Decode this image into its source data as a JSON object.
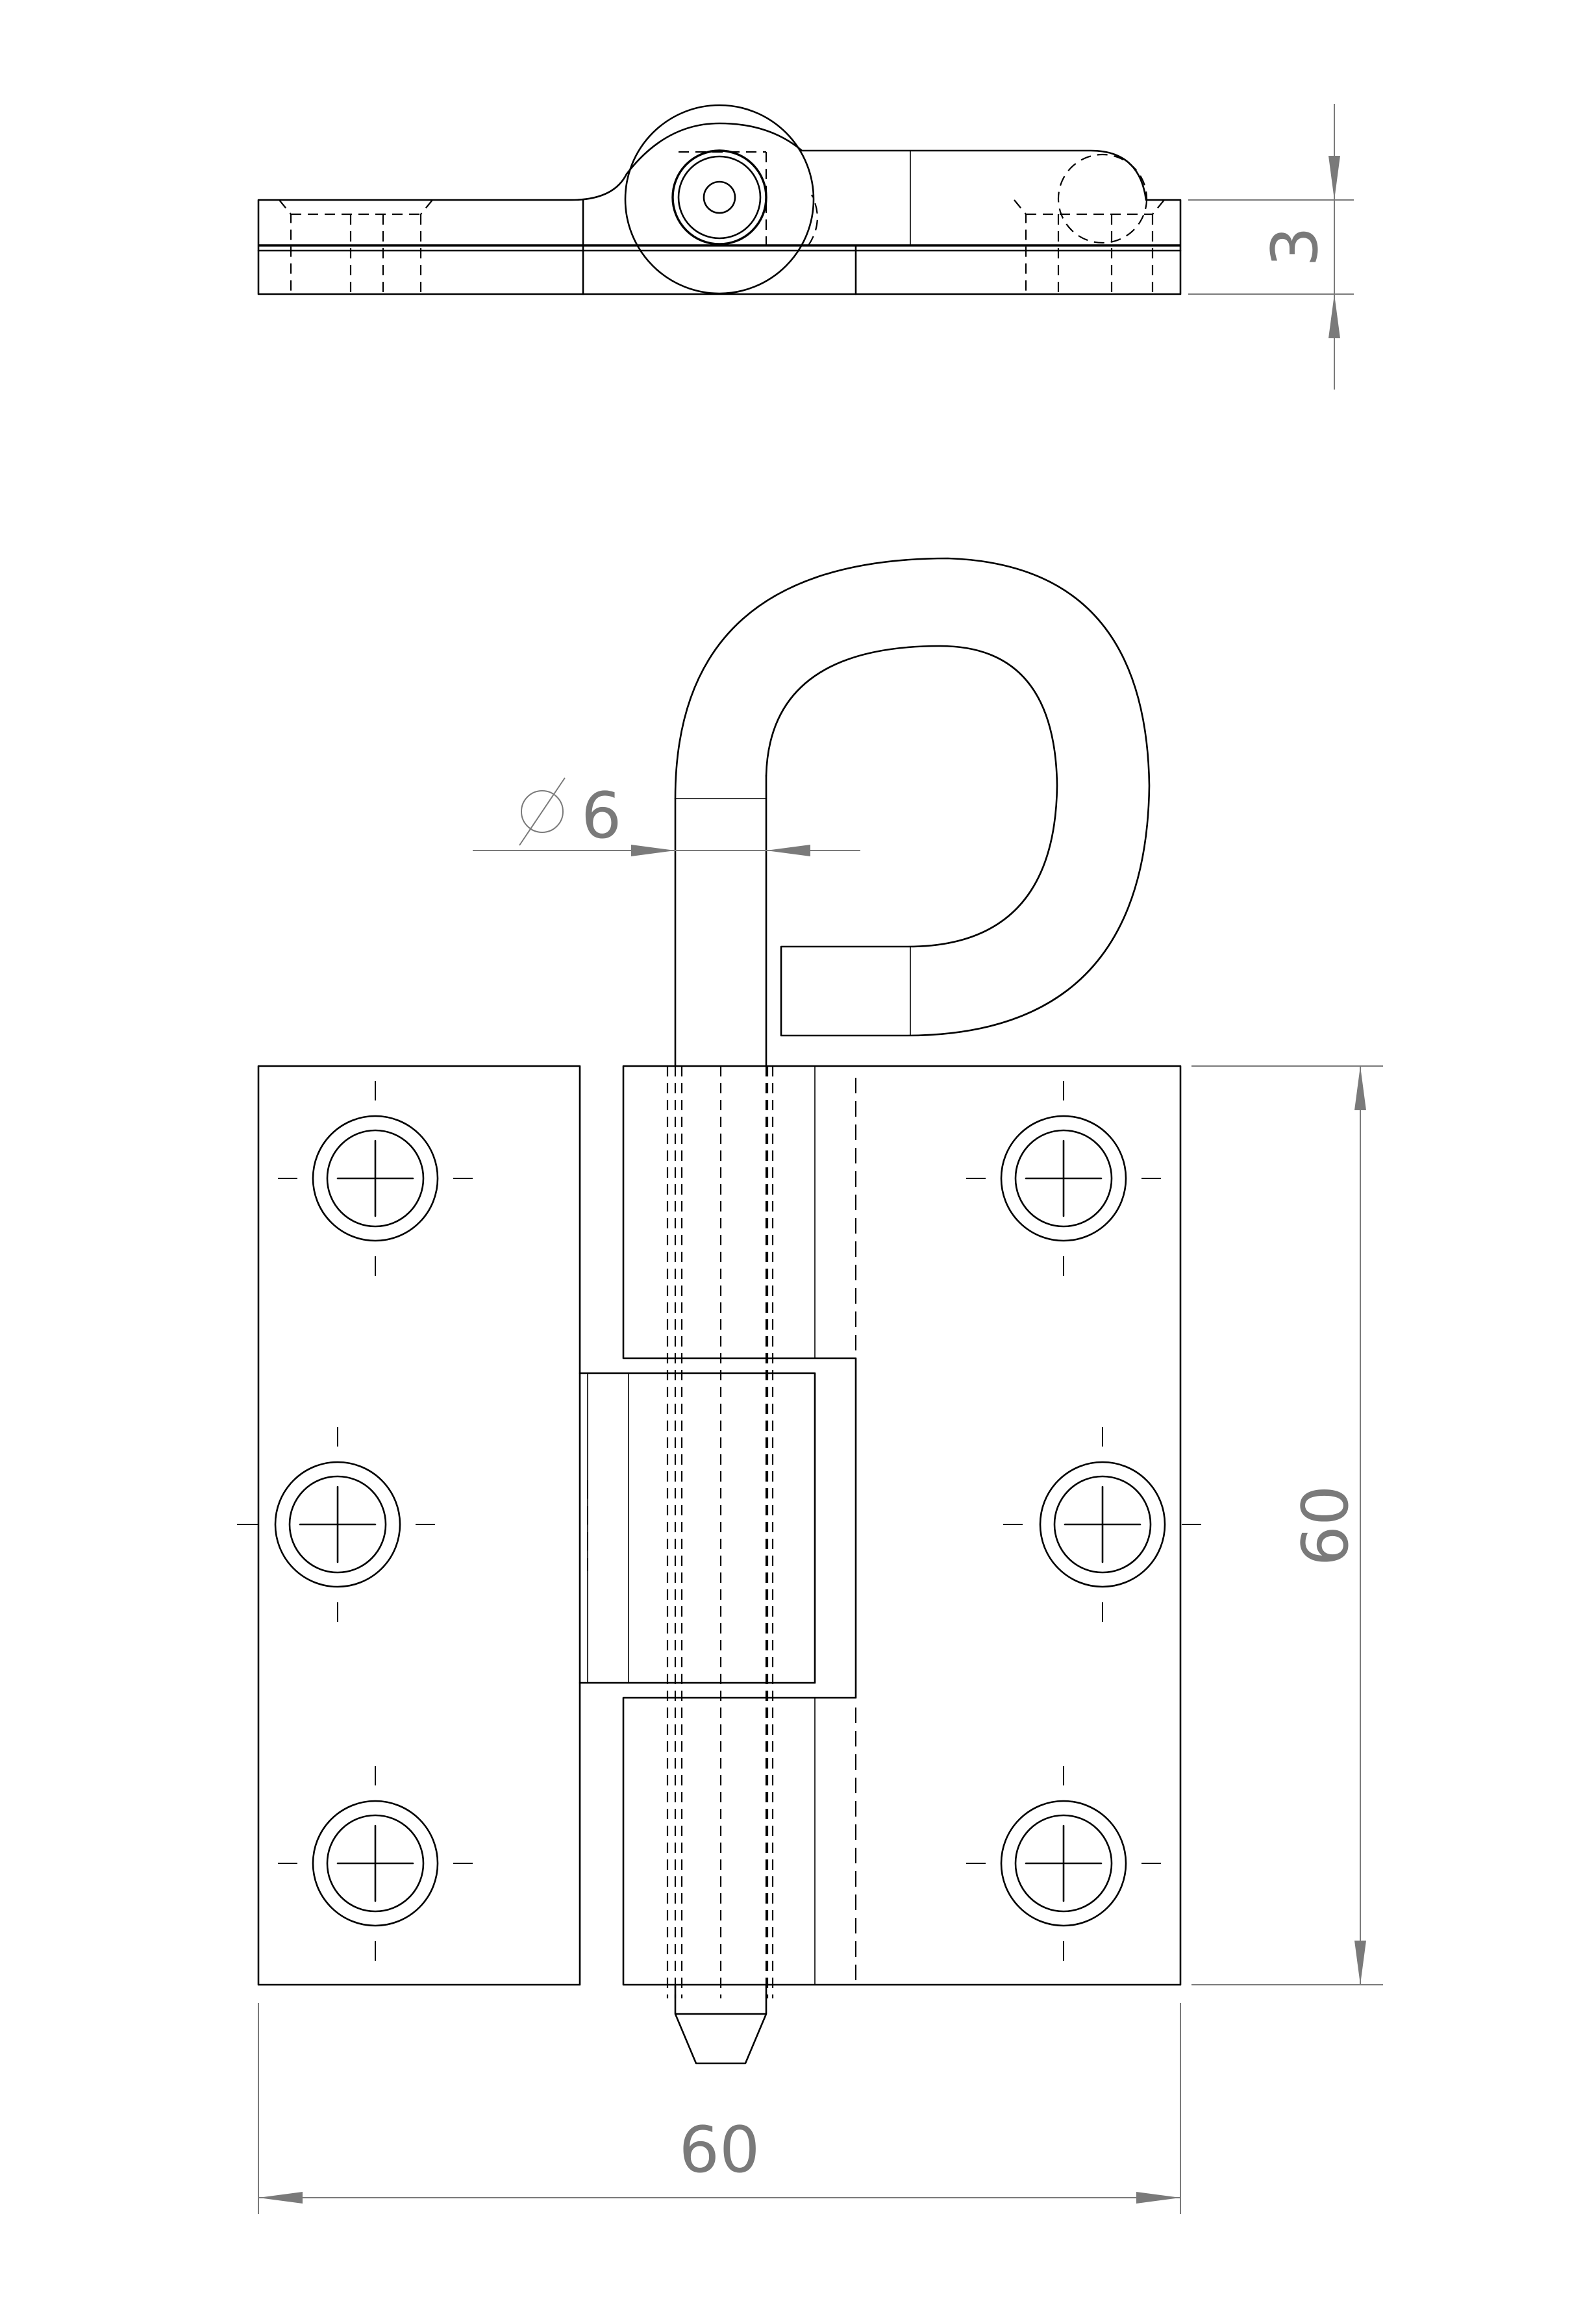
{
  "dimensions": {
    "thickness": "3",
    "height": "60",
    "width": "60",
    "pin_diameter": "6"
  },
  "symbols": {
    "diameter": "diameter-symbol"
  },
  "colors": {
    "ink": "#000000",
    "dimension": "#7a7a7a",
    "background": "#ffffff"
  }
}
